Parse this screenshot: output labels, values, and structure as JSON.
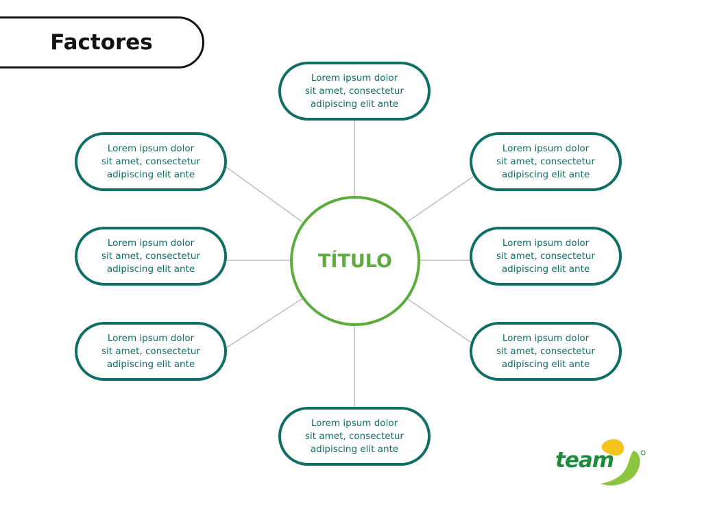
{
  "header": {
    "title": "Factores"
  },
  "diagram": {
    "center_label": "TÍTULO",
    "nodes": [
      {
        "id": "top",
        "lines": [
          "Lorem ipsum dolor",
          "sit amet, consectetur",
          "adipiscing elit ante"
        ]
      },
      {
        "id": "upper-left",
        "lines": [
          "Lorem ipsum dolor",
          "sit amet, consectetur",
          "adipiscing elit ante"
        ]
      },
      {
        "id": "upper-right",
        "lines": [
          "Lorem ipsum dolor",
          "sit amet, consectetur",
          "adipiscing elit ante"
        ]
      },
      {
        "id": "middle-left",
        "lines": [
          "Lorem ipsum dolor",
          "sit amet, consectetur",
          "adipiscing elit ante"
        ]
      },
      {
        "id": "middle-right",
        "lines": [
          "Lorem ipsum dolor",
          "sit amet, consectetur",
          "adipiscing elit ante"
        ]
      },
      {
        "id": "lower-left",
        "lines": [
          "Lorem ipsum dolor",
          "sit amet, consectetur",
          "adipiscing elit ante"
        ]
      },
      {
        "id": "lower-right",
        "lines": [
          "Lorem ipsum dolor",
          "sit amet, consectetur",
          "adipiscing elit ante"
        ]
      },
      {
        "id": "bottom",
        "lines": [
          "Lorem ipsum dolor",
          "sit amet, consectetur",
          "adipiscing elit ante"
        ]
      }
    ]
  },
  "logo": {
    "word": "team",
    "icon": "team-leaf-logo",
    "colors": {
      "green": "#1f8b3d",
      "yellow": "#f6c21c",
      "light_green": "#8cc63f"
    }
  },
  "colors": {
    "node_border": "#0f6e66",
    "center_border": "#5aac3b",
    "connector": "#b0b0b0"
  }
}
